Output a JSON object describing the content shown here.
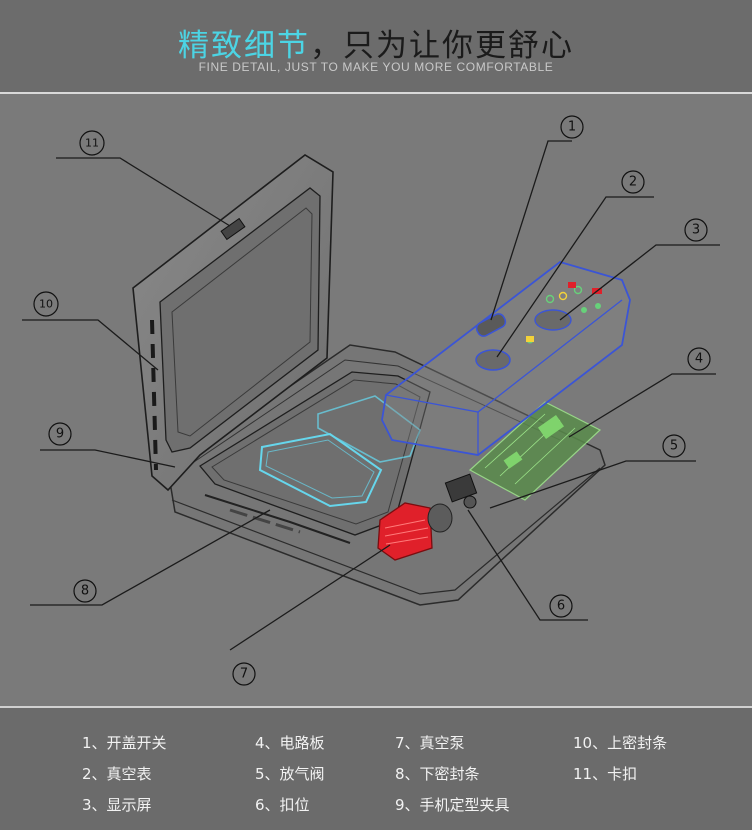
{
  "header": {
    "title_accent": "精致细节",
    "title_rest": "，只为让你更舒心",
    "subtitle": "FINE DETAIL, JUST TO MAKE YOU MORE COMFORTABLE"
  },
  "callouts": [
    "1",
    "2",
    "3",
    "4",
    "5",
    "6",
    "7",
    "8",
    "9",
    "10",
    "11"
  ],
  "legend": [
    {
      "num": "1、",
      "label": "开盖开关"
    },
    {
      "num": "2、",
      "label": "真空表"
    },
    {
      "num": "3、",
      "label": "显示屏"
    },
    {
      "num": "4、",
      "label": "电路板"
    },
    {
      "num": "5、",
      "label": "放气阀"
    },
    {
      "num": "6、",
      "label": "扣位"
    },
    {
      "num": "7、",
      "label": "真空泵"
    },
    {
      "num": "8、",
      "label": "下密封条"
    },
    {
      "num": "9、",
      "label": "手机定型夹具"
    },
    {
      "num": "10、",
      "label": "上密封条"
    },
    {
      "num": "11、",
      "label": "卡扣"
    }
  ],
  "colors": {
    "accent": "#4cd4e4",
    "housing_blue": "#3b55d6",
    "pump_red": "#e0202a",
    "board_green": "#6cc35a",
    "fixture_cyan": "#66d6ec"
  }
}
